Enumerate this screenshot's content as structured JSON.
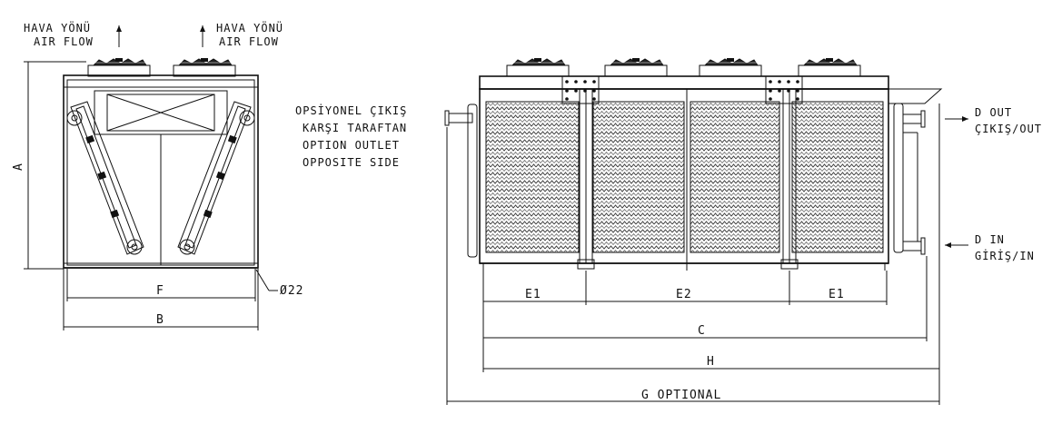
{
  "airflow": {
    "left": {
      "line1": "HAVA YÖNÜ",
      "line2": "AIR FLOW"
    },
    "right": {
      "line1": "HAVA YÖNÜ",
      "line2": "AIR FLOW"
    }
  },
  "side_view": {
    "dim_a": "A",
    "dim_f": "F",
    "dim_b": "B",
    "dim_hole": "Ø22"
  },
  "front_view": {
    "option_note": [
      "OPSİYONEL ÇIKIŞ",
      "KARŞI TARAFTAN",
      "OPTION OUTLET",
      "OPPOSITE SIDE"
    ],
    "outlet_label": [
      "D OUT",
      "ÇIKIŞ/OUT"
    ],
    "inlet_label": [
      "D IN",
      "GİRİŞ/IN"
    ],
    "dim_e1_left": "E1",
    "dim_e2": "E2",
    "dim_e1_right": "E1",
    "dim_c": "C",
    "dim_h": "H",
    "dim_g": "G  OPTIONAL"
  }
}
